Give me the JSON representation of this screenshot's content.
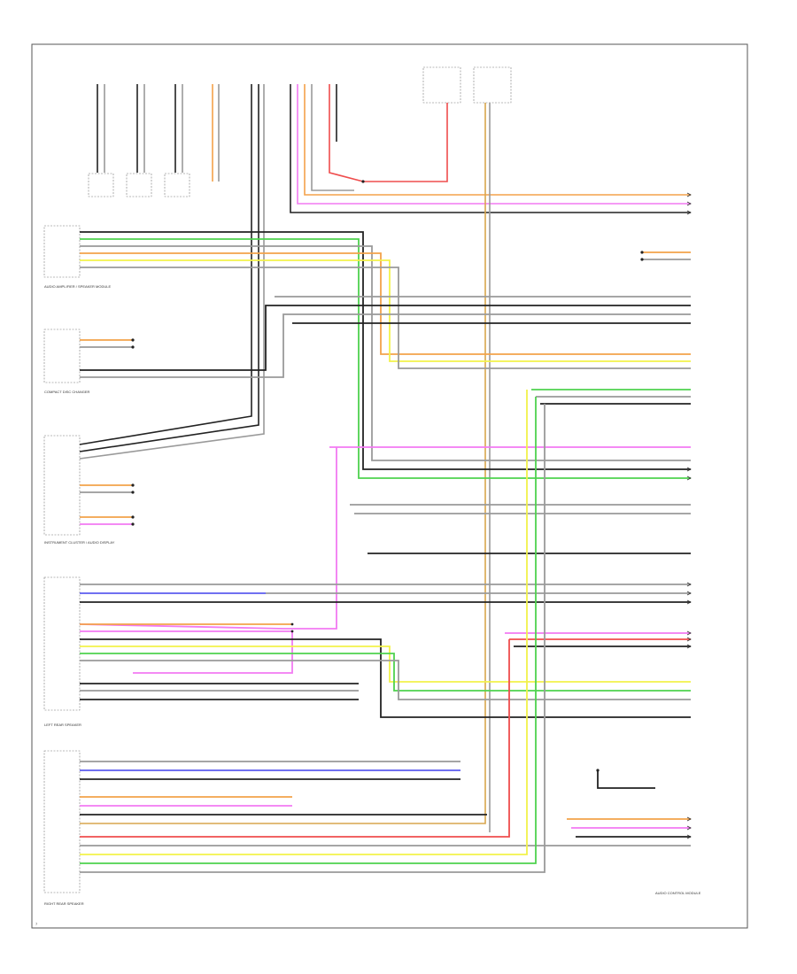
{
  "colors": {
    "black": "#222222",
    "gray": "#9a9a9a",
    "green": "#4fd24f",
    "yellow": "#f2f24a",
    "orange": "#f3a24a",
    "pink": "#f27af2",
    "red": "#ef4d4d",
    "blue": "#5b5bef",
    "tan": "#d8a64d",
    "frame": "#555555"
  },
  "components": {
    "left_top_module": "AUDIO AMPLIFIER / SPEAKER MODULE",
    "cd_module": "COMPACT DISC CHANGER",
    "instrument_module": "INSTRUMENT CLUSTER / AUDIO DISPLAY",
    "left_rear_speaker": "LEFT REAR SPEAKER",
    "right_rear_speaker": "RIGHT REAR SPEAKER",
    "right_bottom_module": "AUDIO CONTROL MODULE"
  },
  "footer": {
    "code": "7 "
  }
}
